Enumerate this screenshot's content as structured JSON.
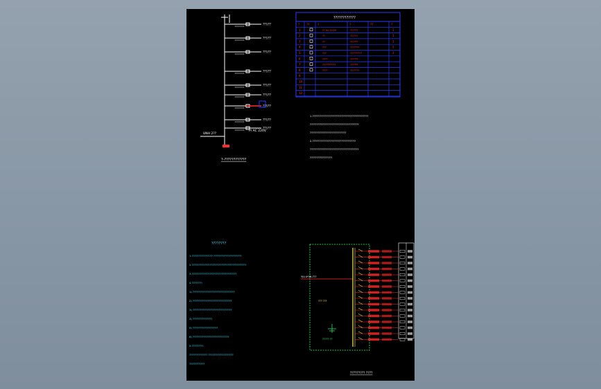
{
  "colors": {
    "background": "#8c9aa8",
    "sheet": "#000000",
    "line_white": "#ffffff",
    "table_blue": "#2a3cff",
    "text_red": "#ff2a2a",
    "text_cyan": "#33e0ff",
    "text_yellow": "#ffee33",
    "border_green": "#33ff66"
  },
  "single_line": {
    "bus_label": "UNH 2??",
    "bottom_label": "P/ AC 220V",
    "feeder_label": "???/??",
    "caption": "?-????????????"
  },
  "device_table": {
    "title": "????????????",
    "columns": [
      "?",
      "??",
      "?",
      "?",
      "??",
      "?"
    ],
    "rows": [
      {
        "no": "1",
        "name": "?? AC 220V",
        "model": "??????",
        "qty": "1"
      },
      {
        "no": "2",
        "name": "??",
        "model": "??????",
        "qty": "1"
      },
      {
        "no": "3",
        "name": "??",
        "model": "??????",
        "qty": "1"
      },
      {
        "no": "4",
        "name": "???",
        "model": "???????",
        "qty": "1"
      },
      {
        "no": "5",
        "name": "???",
        "model": "?????????",
        "qty": "1"
      },
      {
        "no": "6",
        "name": "????",
        "model": "??????",
        "qty": ""
      },
      {
        "no": "7",
        "name": "??????????",
        "model": "??????",
        "qty": ""
      },
      {
        "no": "8",
        "name": "????",
        "model": "???????",
        "qty": ""
      },
      {
        "no": "9",
        "name": "",
        "model": "",
        "qty": ""
      },
      {
        "no": "10",
        "name": "",
        "model": "",
        "qty": ""
      },
      {
        "no": "11",
        "name": "",
        "model": "",
        "qty": ""
      },
      {
        "no": "12",
        "name": "",
        "model": "",
        "qty": ""
      }
    ]
  },
  "notes_right": [
    "1.????????????????????????????????????????",
    "  ???????????????????????????????????",
    "  ??????????????????????????",
    "2.???????????????????????????????",
    "  ???????????????????????????????????",
    "  ????????????????"
  ],
  "design_notes": {
    "title": "????????",
    "items": [
      "1.??????????????? ????????????????????",
      "2.???????????????????????????????????????",
      "3.????????????????????????????????",
      "4.???????:",
      "  1) ??????????????????????????????",
      "  2) ????????????????????????????",
      "  3) ????????????????????????????",
      "  4) ??????????????",
      "  5) ??????????????????",
      "  6) ??????????????????????????",
      "5.????????:",
      "  ????????????? ??????????????????",
      "  ???????????"
    ]
  },
  "panel": {
    "incoming_label": "YJV-4*16-???",
    "breaker_label": "??? ???",
    "meter_label": "????? ??",
    "caption": "????????? ????"
  }
}
